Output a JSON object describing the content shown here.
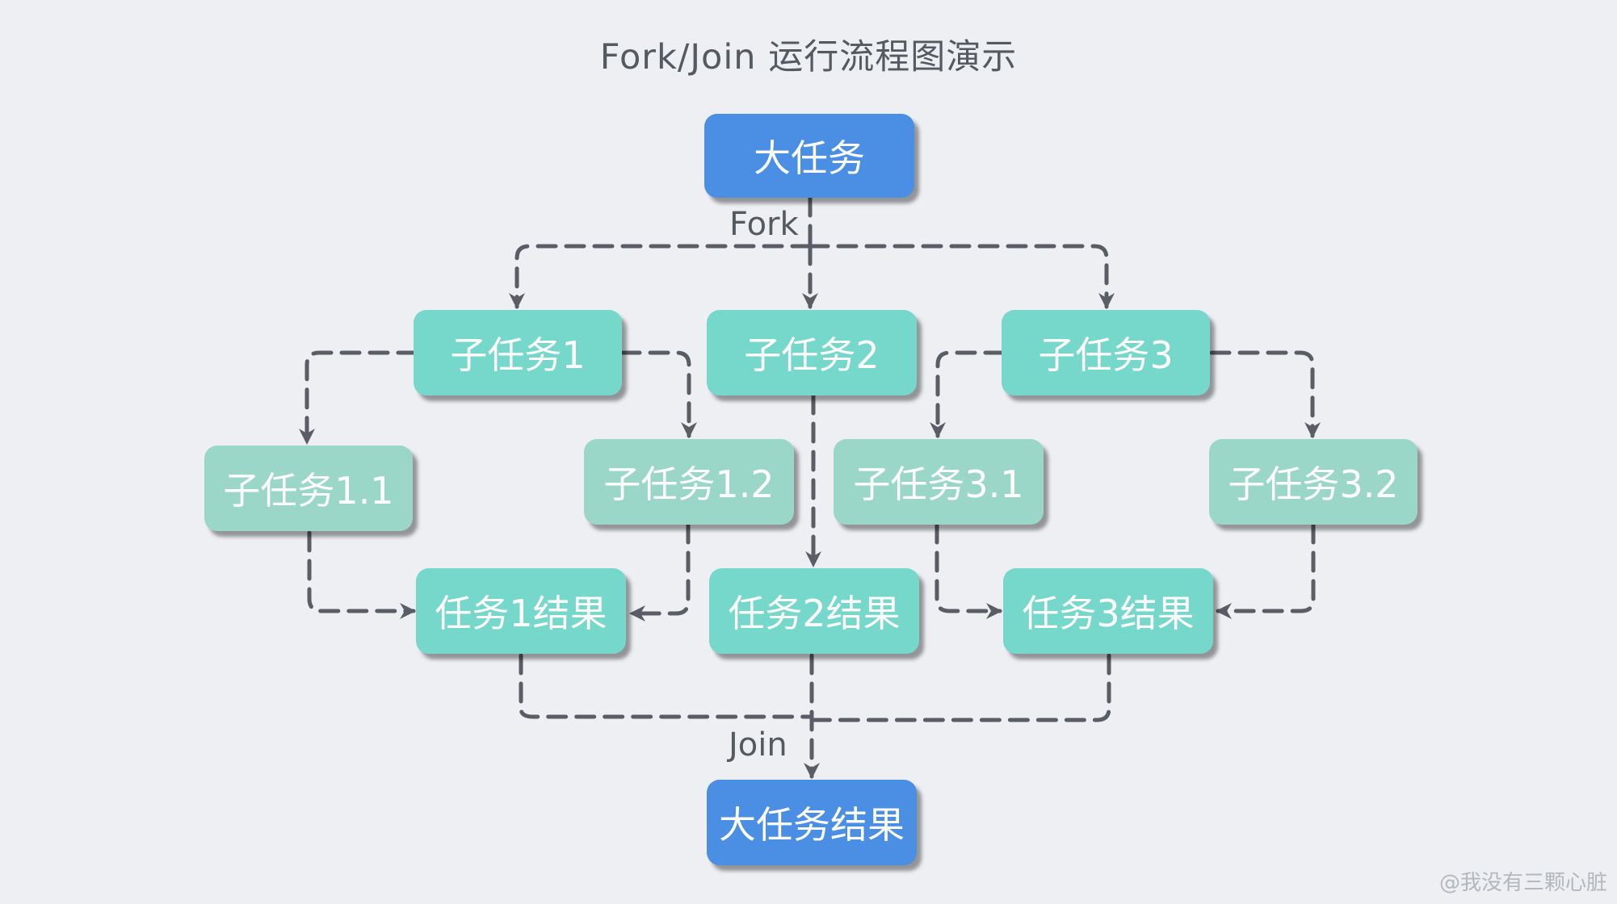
{
  "title": "Fork/Join 运行流程图演示",
  "labels": {
    "fork": "Fork",
    "join": "Join"
  },
  "nodes": {
    "big_task": "大任务",
    "subtask_1": "子任务1",
    "subtask_2": "子任务2",
    "subtask_3": "子任务3",
    "subtask_1_1": "子任务1.1",
    "subtask_1_2": "子任务1.2",
    "subtask_3_1": "子任务3.1",
    "subtask_3_2": "子任务3.2",
    "result_1": "任务1结果",
    "result_2": "任务2结果",
    "result_3": "任务3结果",
    "big_result": "大任务结果"
  },
  "watermark": "@我没有三颗心脏",
  "colors": {
    "background": "#edeff3",
    "primary_node": "#4a8fe3",
    "subtask_node": "#76d7cb",
    "leaf_node": "#9bd7c9",
    "arrow": "#5b5d66",
    "text": "#555a60"
  }
}
